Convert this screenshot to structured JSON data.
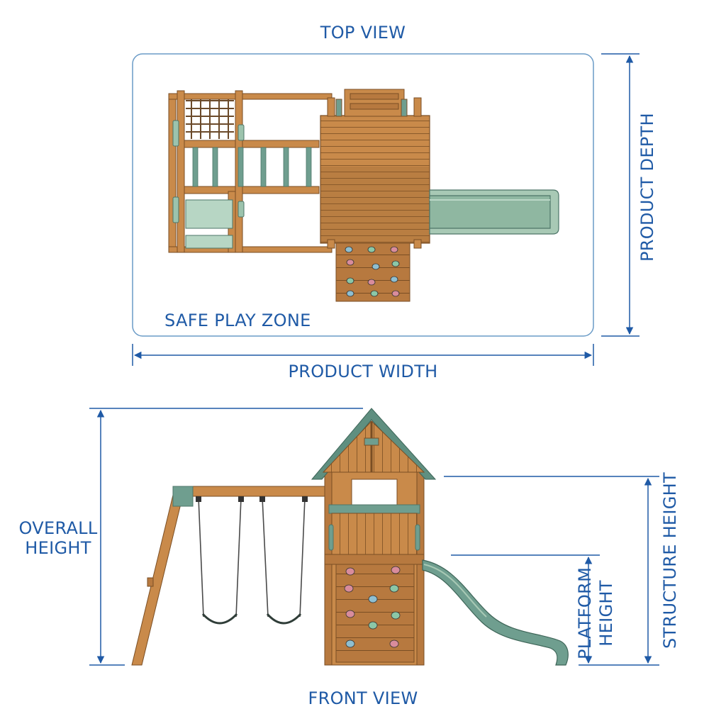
{
  "top_view": {
    "title": "TOP VIEW",
    "zone_label": "SAFE PLAY ZONE",
    "width_label": "PRODUCT WIDTH",
    "depth_label": "PRODUCT DEPTH"
  },
  "front_view": {
    "title": "FRONT VIEW",
    "overall_height_line1": "OVERALL",
    "overall_height_line2": "HEIGHT",
    "structure_height_label": "STRUCTURE HEIGHT",
    "platform_height_line1": "PLATFORM",
    "platform_height_line2": "HEIGHT"
  },
  "colors": {
    "dimension_blue": "#1f5aa6",
    "wood": "#c98a4a",
    "wood_dark": "#8a5a2b",
    "green": "#6f9e8f",
    "slide_green": "#a8c9b5",
    "zone_border": "#6a9bc7"
  }
}
